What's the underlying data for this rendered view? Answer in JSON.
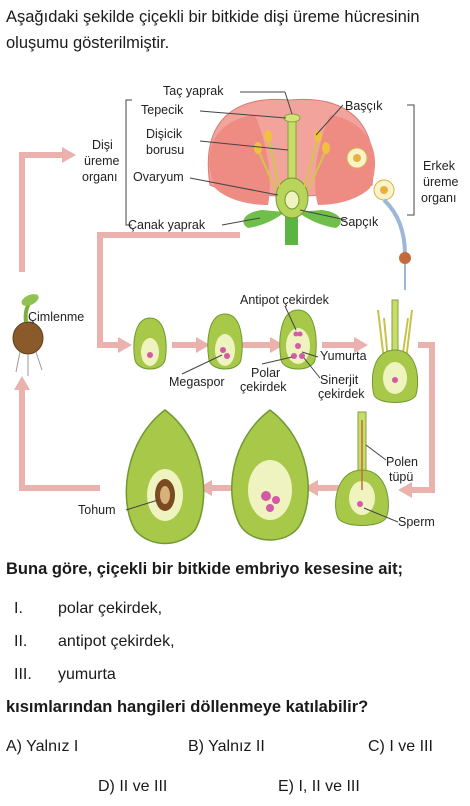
{
  "intro": "Aşağıdaki şekilde çiçekli bir bitkide dişi üreme hücresinin oluşumu gösterilmiştir.",
  "diagram": {
    "labels": {
      "tac_yaprak": "Taç yaprak",
      "tepecik": "Tepecik",
      "basicik": "Başçık",
      "disicik_borusu_1": "Dişicik",
      "disicik_borusu_2": "borusu",
      "disi_1": "Dişi",
      "disi_2": "üreme",
      "disi_3": "organı",
      "ovaryum": "Ovaryum",
      "erkek_1": "Erkek",
      "erkek_2": "üreme",
      "erkek_3": "organı",
      "sapcik": "Sapçık",
      "canak_yaprak": "Çanak yaprak",
      "cimlenme": "Çimlenme",
      "antipot": "Antipot çekirdek",
      "megaspor": "Megaspor",
      "polar_1": "Polar",
      "polar_2": "çekirdek",
      "yumurta": "Yumurta",
      "sinerjit_1": "Sinerjit",
      "sinerjit_2": "çekirdek",
      "polen_1": "Polen",
      "polen_2": "tüpü",
      "tohum": "Tohum",
      "sperm": "Sperm"
    }
  },
  "question": "Buna göre, çiçekli bir bitkide embriyo kesesine ait;",
  "items": [
    {
      "num": "I.",
      "text": "polar çekirdek,"
    },
    {
      "num": "II.",
      "text": "antipot çekirdek,"
    },
    {
      "num": "III.",
      "text": "yumurta"
    }
  ],
  "ask": "kısımlarından hangileri döllenmeye katılabilir?",
  "options": {
    "a": "A) Yalnız I",
    "b": "B) Yalnız II",
    "c": "C) I ve III",
    "d": "D) II ve III",
    "e": "E) I, II ve III"
  },
  "colors": {
    "arrow": "#eab1ad",
    "petal": "#f2a39c",
    "ovule_outer": "#a8c84a",
    "ovule_inner": "#eef3c0",
    "cell": "#d45aa8",
    "stem": "#5bb545"
  }
}
